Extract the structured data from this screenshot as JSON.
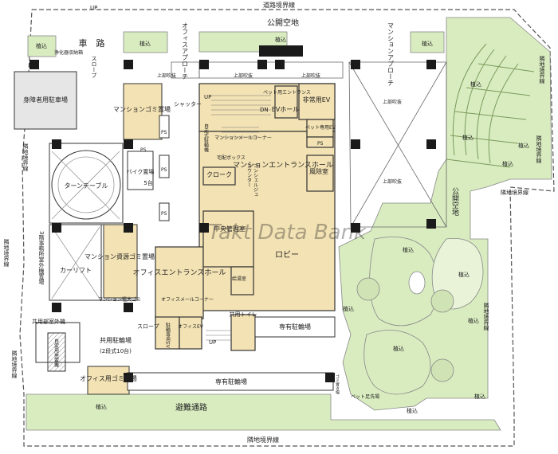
{
  "colors": {
    "green": "#d9ecc0",
    "green_dark": "#bcd9a0",
    "beige": "#f3e2b3",
    "beige_dark": "#e8cf8e",
    "wall": "#1a1a1a",
    "line": "#555555",
    "grey": "#e6e6e6",
    "white": "#ffffff",
    "watermark": "#c9bfa6"
  },
  "labels": {
    "road_boundary": "道路境界線",
    "up_top": "UP",
    "public_space_top": "公開空地",
    "planting": "植込",
    "office_approach": "オフィスアプローチ",
    "mansion_approach": "マンションアプローチ",
    "driveway": "車　路",
    "slope": "スロープ",
    "septic": "浄化器収納箱",
    "handicap_parking": "身障者用駐車場",
    "adjacent_boundary": "隣地境界線",
    "upper_void": "上部吹抜",
    "shutter": "シャッター",
    "mansion_garbage": "マンションゴミ置場",
    "ps": "PS",
    "turntable": "ターンテーブル",
    "bike_parking": "バイク置場",
    "bike_count": "5台",
    "car_lift": "カーリフト",
    "outdoor_unit_3f": "3階事務所室外機置場",
    "resource_garbage": "マンション資源ゴミ置場",
    "bulky_garbage": "マンション粗大ゴミ",
    "shared_outdoor": "共用部室外機",
    "generator": "自家用発電機",
    "shared_bike": "共用駐輪場",
    "bike_spec": "(2段式10台)",
    "office_garbage": "オフィス用ゴミ置場",
    "exclusive_bike": "専有駐輪場",
    "evac_path": "避難通路",
    "office_hall": "オフィスエントランスホール",
    "office_mailcorner": "オフィスメールコーナー",
    "parking_ev": "駐輪専用EV",
    "office_ev": "オフィスEV",
    "shared_toilet": "共用トイレ",
    "lobby": "ロビー",
    "central_mgmt": "中央管理室",
    "cloak": "クローク",
    "concierge": "コンシェルジュ",
    "counter": "カウンター",
    "mansion_hall": "マンションエントランスホール",
    "wind_room": "風除室",
    "delivery_box": "宅配ボックス",
    "mansion_mailcorner": "マンションメールコーナー",
    "mansion_ev_hall": "EVホール",
    "pet_entrance": "ペット用エントランス",
    "emergency_ev": "非常用EV",
    "pet_ev": "ペット専用EV",
    "self_parking": "自走式駐輪機",
    "dn": "DN",
    "up": "UP",
    "washroom": "給湯室",
    "pet_foot": "ペット足洗場",
    "trash_box": "ゴミ置き場",
    "public_space_right": "公開空地",
    "watermark": "Takt Data Bank"
  }
}
